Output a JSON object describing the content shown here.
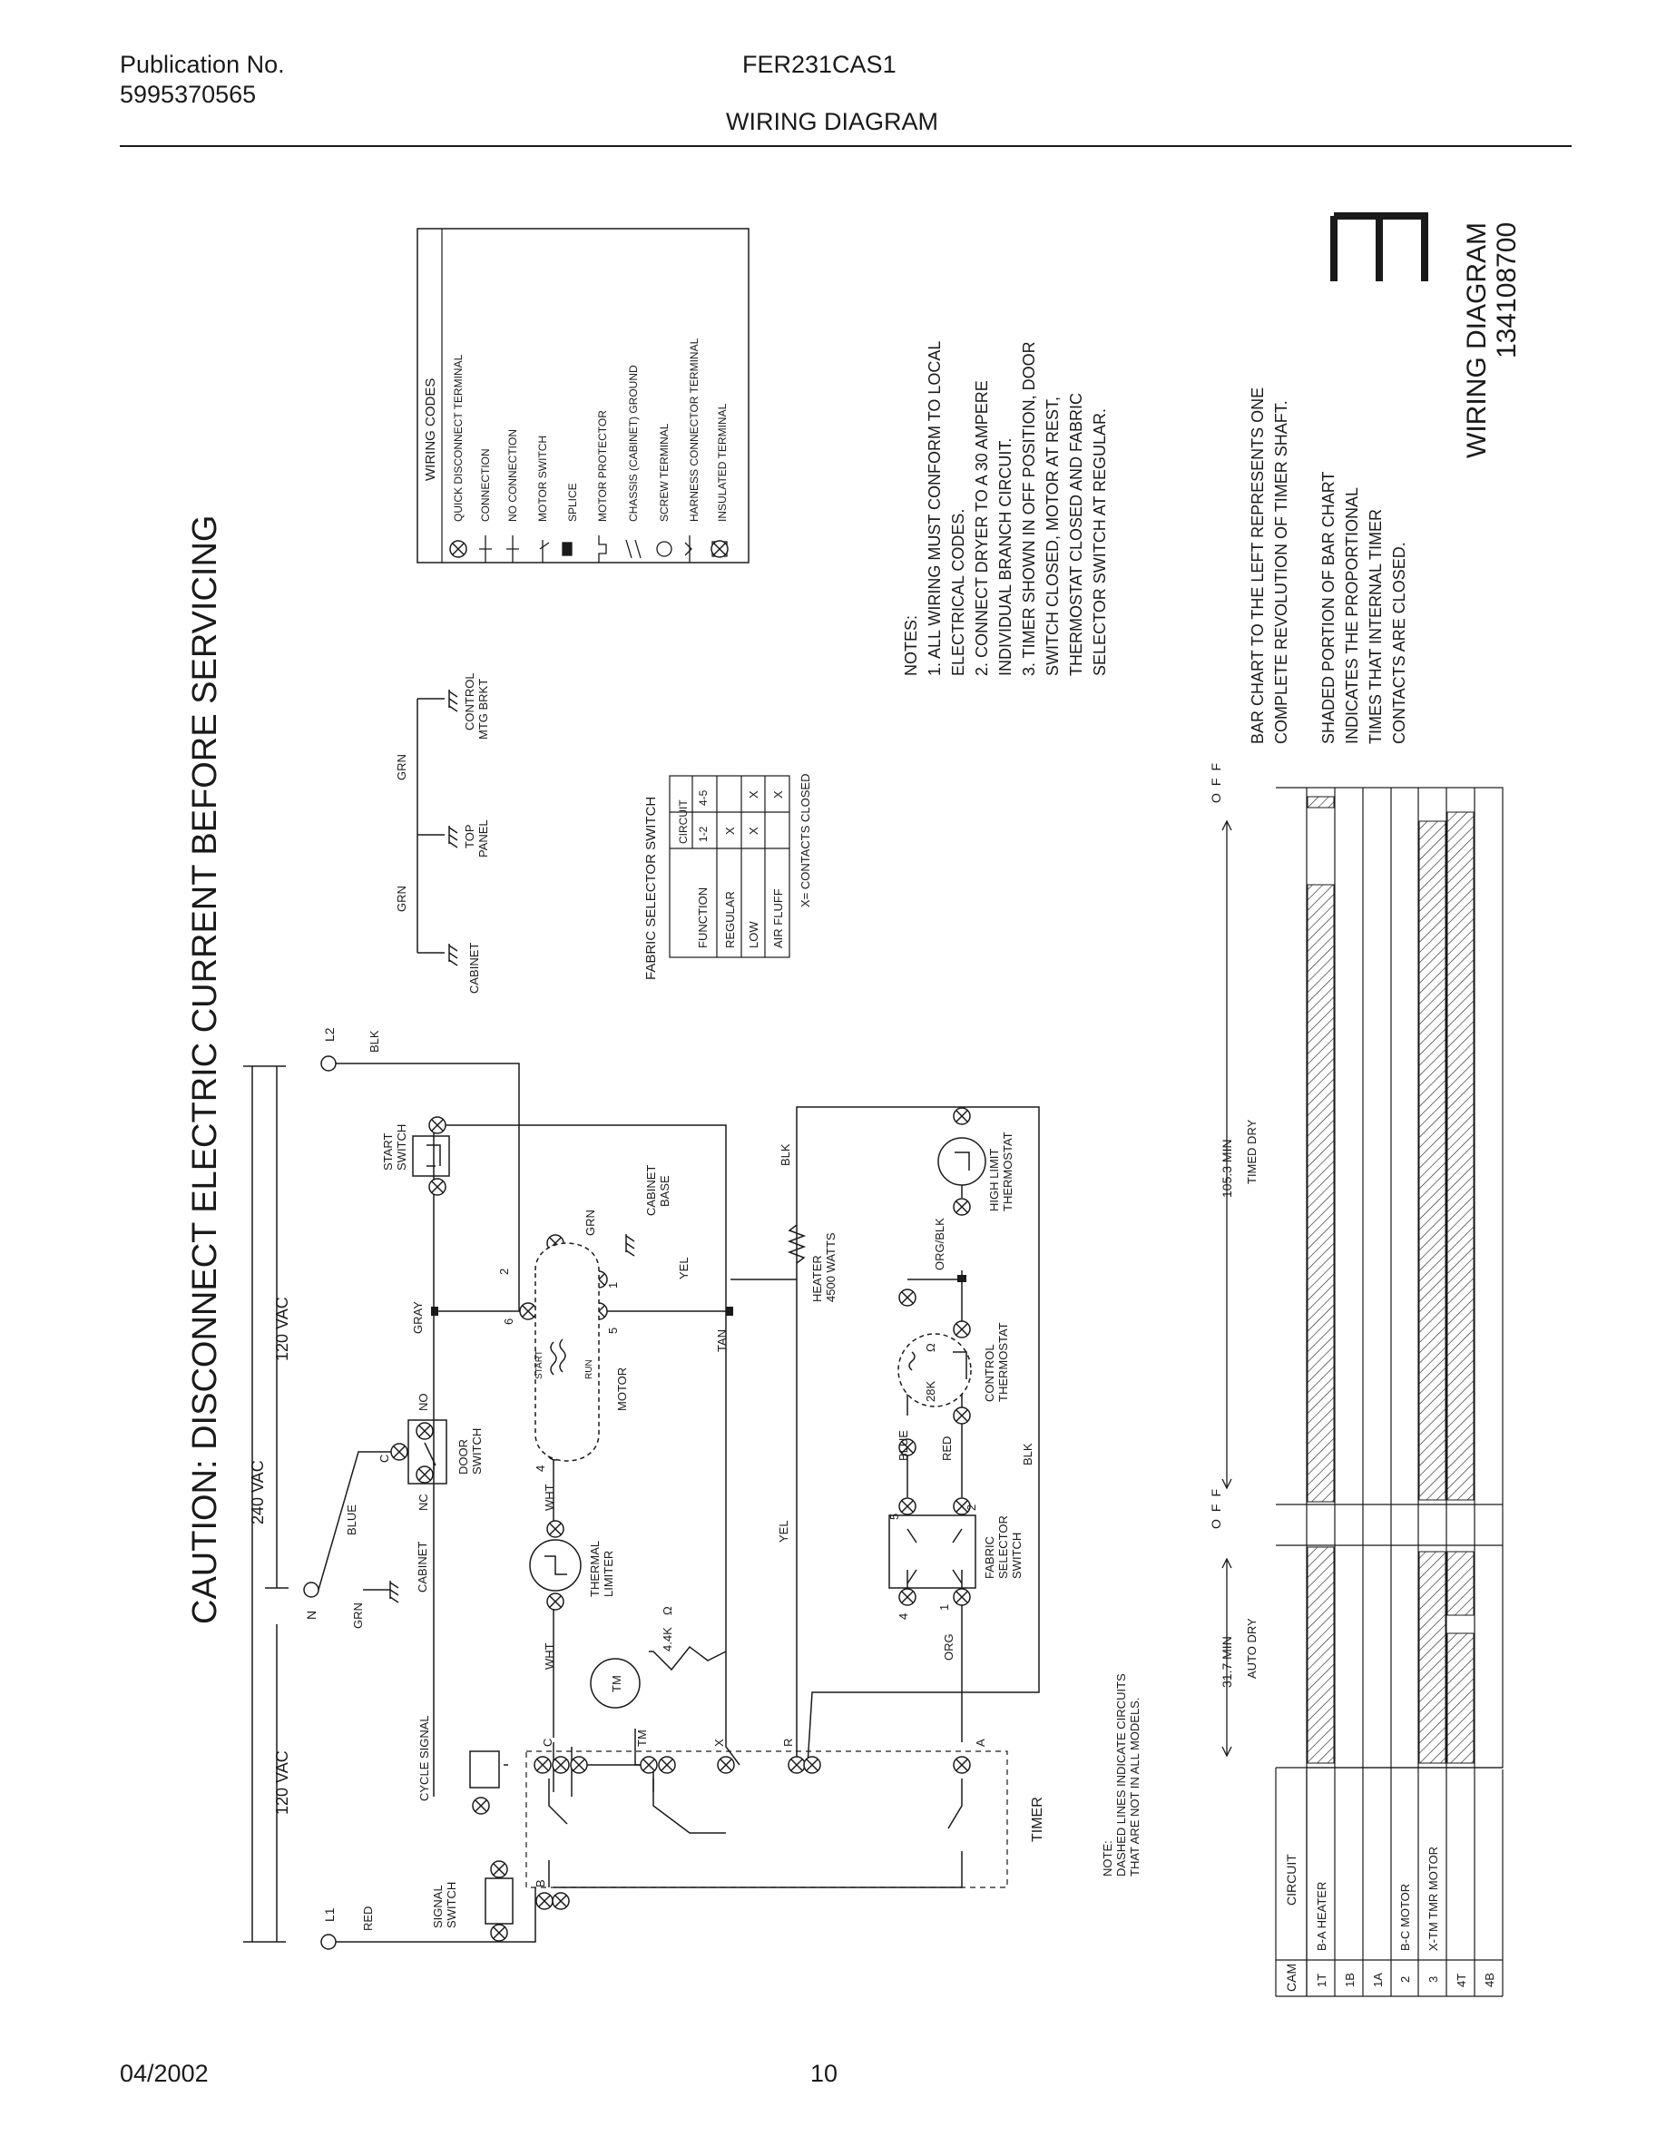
{
  "header": {
    "publication_label": "Publication No.",
    "publication_number": "5995370565",
    "model": "FER231CAS1",
    "title": "WIRING DIAGRAM"
  },
  "footer": {
    "date": "04/2002",
    "page": "10"
  },
  "caution": "CAUTION: DISCONNECT ELECTRIC CURRENT BEFORE SERVICING",
  "supply": {
    "v240": "240 VAC",
    "v120a": "120 VAC",
    "v120b": "120 VAC",
    "l1": "L1",
    "l2": "L2",
    "n": "N"
  },
  "wires": {
    "red": "RED",
    "blk": "BLK",
    "grn": "GRN",
    "blue": "BLUE",
    "gray": "GRAY",
    "wht": "WHT",
    "yel": "YEL",
    "tan": "TAN",
    "org": "ORG",
    "orgblk": "ORG/BLK"
  },
  "terminals": {
    "c": "C",
    "no": "NO",
    "nc": "NC",
    "b": "B",
    "tm": "TM",
    "x": "X",
    "r": "R",
    "a": "A",
    "t1": "1",
    "t2": "2",
    "t4": "4",
    "t5": "5",
    "t6": "6",
    "omega": "Ω"
  },
  "components": {
    "start_switch": [
      "START",
      "SWITCH"
    ],
    "door_switch": [
      "DOOR",
      "SWITCH"
    ],
    "motor": "MOTOR",
    "start": "START",
    "run": "RUN",
    "cabinet": "CABINET",
    "cabinet_base": [
      "CABINET",
      "BASE"
    ],
    "heater": [
      "HEATER",
      "4500 WATTS"
    ],
    "high_limit": [
      "HIGH LIMIT",
      "THERMOSTAT"
    ],
    "control_thermostat": [
      "CONTROL",
      "THERMOSTAT"
    ],
    "thermistor": "28K",
    "fabric_selector": [
      "FABRIC",
      "SELECTOR",
      "SWITCH"
    ],
    "thermal_limiter": [
      "THERMAL",
      "LIMITER"
    ],
    "resistor": "4.4K",
    "timer_motor": "TM",
    "cycle_signal": "CYCLE SIGNAL",
    "signal_switch": [
      "SIGNAL",
      "SWITCH"
    ],
    "timer": "TIMER"
  },
  "grounds": {
    "grn": "GRN",
    "cabinet": "CABINET",
    "top_panel": [
      "TOP",
      "PANEL"
    ],
    "control_mtg": [
      "CONTROL",
      "MTG BRKT"
    ]
  },
  "fabric_table": {
    "title": "FABRIC SELECTOR SWITCH",
    "col_function": "FUNCTION",
    "col_circuit": "CIRCUIT",
    "col_12": "1-2",
    "col_45": "4-5",
    "rows": [
      {
        "function": "REGULAR",
        "c12": "X",
        "c45": ""
      },
      {
        "function": "LOW",
        "c12": "X",
        "c45": "X"
      },
      {
        "function": "AIR FLUFF",
        "c12": "",
        "c45": "X"
      }
    ],
    "note": "X= CONTACTS CLOSED"
  },
  "wiring_codes": {
    "title": "WIRING CODES",
    "items": [
      "QUICK DISCONNECT TERMINAL",
      "CONNECTION",
      "NO CONNECTION",
      "MOTOR SWITCH",
      "SPLICE",
      "MOTOR PROTECTOR",
      "CHASSIS (CABINET) GROUND",
      "SCREW TERMINAL",
      "HARNESS CONNECTOR TERMINAL",
      "INSULATED TERMINAL"
    ]
  },
  "notes": {
    "lines": [
      "NOTES:",
      "1. ALL WIRING MUST CONFORM TO LOCAL",
      "    ELECTRICAL CODES.",
      "2. CONNECT DRYER TO A 30 AMPERE",
      "    INDIVIDUAL BRANCH CIRCUIT.",
      "3. TIMER SHOWN IN OFF POSITION, DOOR",
      "    SWITCH CLOSED, MOTOR AT REST,",
      "    THERMOSTAT CLOSED AND FABRIC",
      "    SELECTOR SWITCH AT REGULAR."
    ]
  },
  "bar_notes": {
    "lines1": [
      "BAR CHART TO THE LEFT REPRESENTS ONE",
      "COMPLETE REVOLUTION OF TIMER SHAFT."
    ],
    "lines2": [
      "SHADED PORTION OF BAR CHART",
      "INDICATES THE PROPORTIONAL",
      "TIMES THAT INTERNAL TIMER",
      "CONTACTS ARE CLOSED."
    ]
  },
  "diagram_id": {
    "letter": "E",
    "title": "WIRING DIAGRAM",
    "number": "134108700"
  },
  "dashed_note": [
    "NOTE:",
    "DASHED LINES INDICATE CIRCUITS",
    "THAT ARE NOT IN ALL MODELS."
  ],
  "timer_chart": {
    "off_label": "OFF",
    "auto_dry": {
      "minutes": "31.7 MIN",
      "label": "AUTO DRY"
    },
    "timed_dry": {
      "minutes": "105.3 MIN",
      "label": "TIMED DRY"
    },
    "col_cam": "CAM",
    "col_circuit": "CIRCUIT",
    "rows": [
      {
        "cam": "1T",
        "circuit": "B-A  HEATER"
      },
      {
        "cam": "1B",
        "circuit": ""
      },
      {
        "cam": "1A",
        "circuit": ""
      },
      {
        "cam": "2",
        "circuit": "B-C  MOTOR"
      },
      {
        "cam": "3",
        "circuit": "X-TM TMR MOTOR"
      },
      {
        "cam": "4T",
        "circuit": ""
      },
      {
        "cam": "4B",
        "circuit": ""
      }
    ]
  }
}
